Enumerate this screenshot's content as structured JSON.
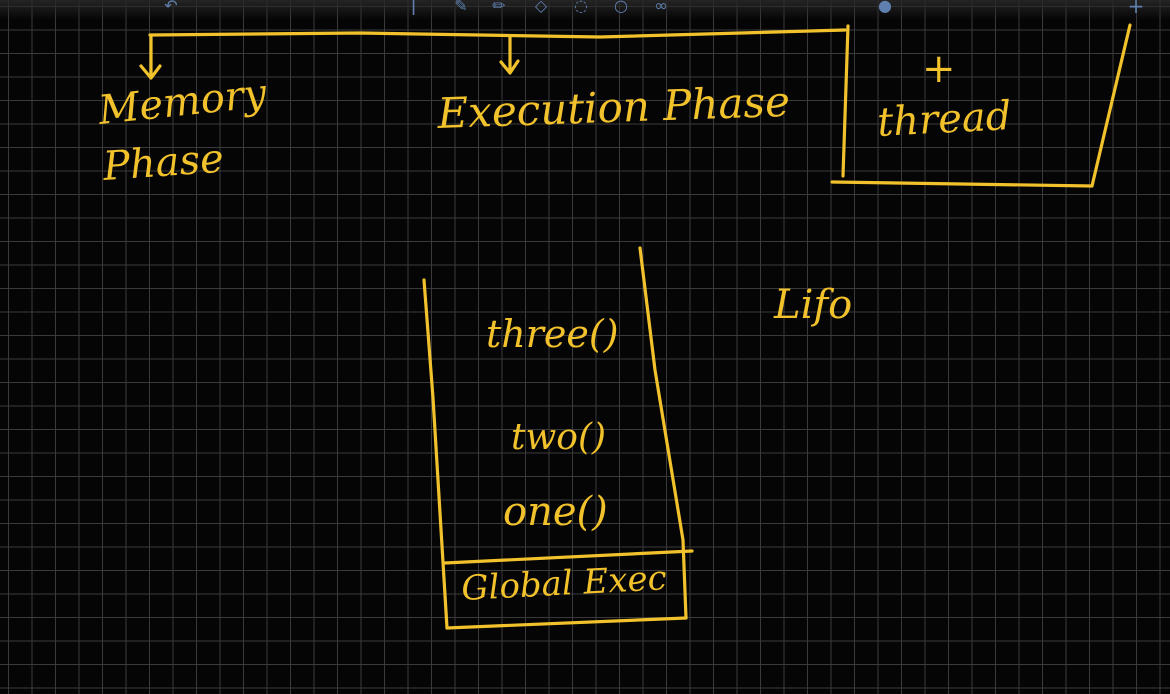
{
  "labels": {
    "memory_line1": "Memory",
    "memory_line2": "Phase",
    "execution": "Execution Phase",
    "plus": "+",
    "thread": "thread",
    "lifo": "Lifo",
    "stack_three": "three()",
    "stack_two": "two()",
    "stack_one": "one()",
    "stack_global": "Global Exec"
  },
  "toolbar": {
    "icons": [
      "undo-icon",
      "pen-icon",
      "highlighter-icon",
      "pencil-icon",
      "eraser-icon",
      "lasso-icon",
      "shapes-icon",
      "link-icon",
      "mic-icon",
      "add-icon"
    ]
  },
  "colors": {
    "ink": "#f2c22c",
    "grid": "#3a3a3a",
    "background": "#050505",
    "toolbar_icon": "#5f7fae"
  }
}
